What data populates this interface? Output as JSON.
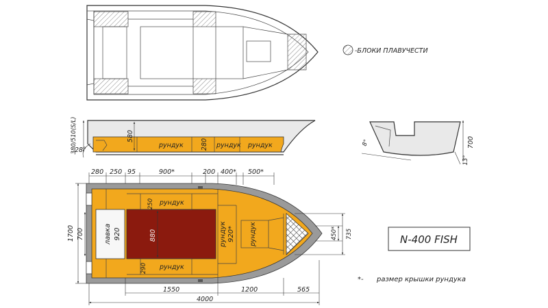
{
  "legend": {
    "flotation": "-БЛОКИ ПЛАВУЧЕСТИ"
  },
  "title_box": {
    "model": "N-400 FISH"
  },
  "footnote": {
    "mark": "*-",
    "text": "размер крышки рундука"
  },
  "side_view": {
    "height_label": "380/510(S/L)",
    "inner_height": "580",
    "transom_angle": "28°",
    "small_seat": "280",
    "box_labels": [
      "рундук",
      "рундук",
      "рундук"
    ]
  },
  "section_view": {
    "height": "700",
    "deadrise_angle": "8°",
    "side_angle": "13°"
  },
  "top_dims": {
    "d280": "280",
    "d250": "250",
    "d95": "95",
    "d900": "900*",
    "d200": "200",
    "d400": "400*",
    "d500": "500*"
  },
  "plan_view": {
    "width": "1700",
    "transom_width": "700",
    "bench_label": "лавка",
    "bench_size": "920",
    "floor_size": "880",
    "box_top_label": "рундук",
    "box_top_size": "250",
    "box_bottom_label": "рундук",
    "box_bottom_size": "290",
    "box_mid_label": "рундук",
    "box_mid_size": "920*",
    "box_bow_label": "рундук",
    "bow_d450": "450*",
    "bow_d735": "735"
  },
  "bottom_dims": {
    "d1550": "1550",
    "d1200": "1200",
    "d565": "565",
    "total": "4000"
  }
}
